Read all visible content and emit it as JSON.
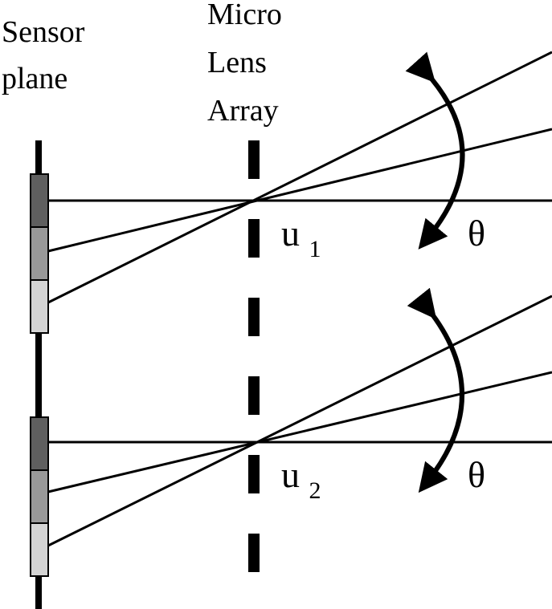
{
  "labels": {
    "sensor_line1": "Sensor",
    "sensor_line2": "plane",
    "mla_line1": "Micro",
    "mla_line2": "Lens",
    "mla_line3": "Array"
  },
  "groups": [
    {
      "u_base": "u",
      "u_sub": "1",
      "angle": "θ"
    },
    {
      "u_base": "u",
      "u_sub": "2",
      "angle": "θ"
    }
  ],
  "colors": {
    "line": "#000000",
    "pixel_dark": "#5f5f5f",
    "pixel_mid": "#999999",
    "pixel_light": "#d4d4d4",
    "background": "#ffffff"
  },
  "icons": {
    "rotation": "curved-double-arrow-icon"
  }
}
